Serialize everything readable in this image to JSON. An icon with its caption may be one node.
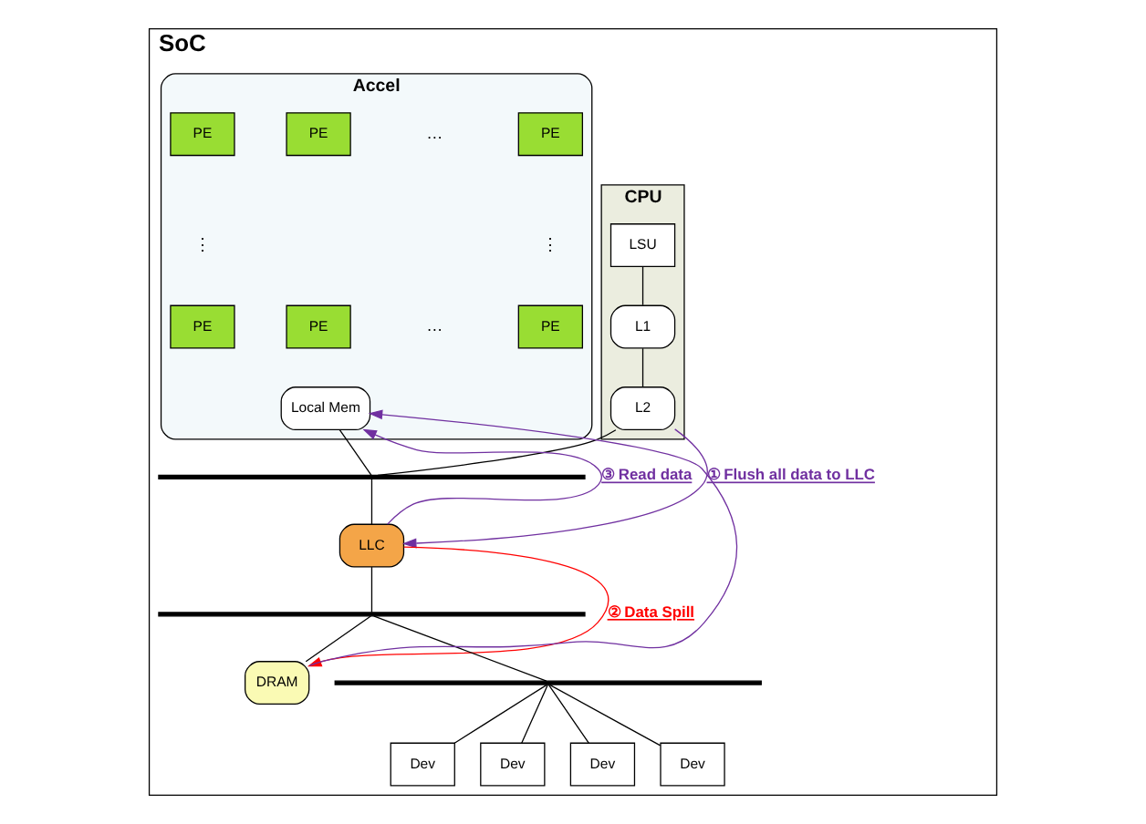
{
  "diagram": {
    "nodes": [
      {
        "text": [
          "SoC"
        ]
      },
      {
        "text": [
          "CPU"
        ],
        "in": 0
      },
      {
        "text": [
          "LSU"
        ],
        "in": 1
      },
      {
        "text": [
          "L1"
        ],
        "in": 1
      },
      {
        "text": [
          "L2"
        ],
        "in": 1
      },
      {
        "text": [
          "Accel"
        ],
        "in": 0
      },
      {
        "text": [
          "PE"
        ],
        "in": 5
      },
      {
        "text": [
          "PE"
        ],
        "in": 5
      },
      {
        "text": [
          "PE"
        ],
        "in": 5
      },
      {
        "text": [
          "PE"
        ],
        "in": 5
      },
      {
        "text": [
          "PE"
        ],
        "in": 5
      },
      {
        "text": [
          "PE"
        ],
        "in": 5
      },
      {
        "text": [
          "Local Mem"
        ],
        "in": 5
      },
      {
        "text": [],
        "shape": "bar",
        "in": 0
      },
      {
        "text": [
          "LLC"
        ],
        "in": 0
      },
      {
        "text": [],
        "shape": "bar",
        "in": 0
      },
      {
        "text": [
          "DRAM"
        ],
        "in": 0
      },
      {
        "text": [],
        "shape": "bar",
        "in": 0
      },
      {
        "text": [
          "Dev"
        ],
        "in": 0
      },
      {
        "text": [
          "Dev"
        ],
        "in": 0
      },
      {
        "text": [
          "Dev"
        ],
        "in": 0
      },
      {
        "text": [
          "Dev"
        ],
        "in": 0
      }
    ],
    "edges": [
      {
        "from": 2,
        "to": 3,
        "arrow": "none"
      },
      {
        "from": 3,
        "to": 4,
        "arrow": "none"
      },
      {
        "from": 4,
        "to": 13,
        "arrow": "none"
      },
      {
        "from": 12,
        "to": 13,
        "arrow": "none"
      },
      {
        "from": 13,
        "to": 14,
        "arrow": "none"
      },
      {
        "from": 14,
        "to": 15,
        "arrow": "none"
      },
      {
        "from": 15,
        "to": 16,
        "arrow": "none"
      },
      {
        "from": 15,
        "to": 17,
        "arrow": "none"
      },
      {
        "from": 17,
        "to": 18,
        "arrow": "none"
      },
      {
        "from": 17,
        "to": 19,
        "arrow": "none"
      },
      {
        "from": 17,
        "to": 20,
        "arrow": "none"
      },
      {
        "from": 17,
        "to": 21,
        "arrow": "none"
      },
      {
        "from": 4,
        "to": 14,
        "arrow": "to",
        "label": "① Flush all data to LLC",
        "color": "#7030a0"
      },
      {
        "from": 14,
        "to": 16,
        "arrow": "to",
        "label": "② Data Spill",
        "color": "#ff0000"
      },
      {
        "from": 14,
        "to": 12,
        "arrow": "to",
        "label": "③ Read data",
        "color": "#7030a0"
      },
      {
        "from": 16,
        "to": 12,
        "arrow": "to",
        "color": "#7030a0"
      }
    ],
    "labels": [
      "…",
      "⋮",
      "⋮",
      "…"
    ]
  }
}
